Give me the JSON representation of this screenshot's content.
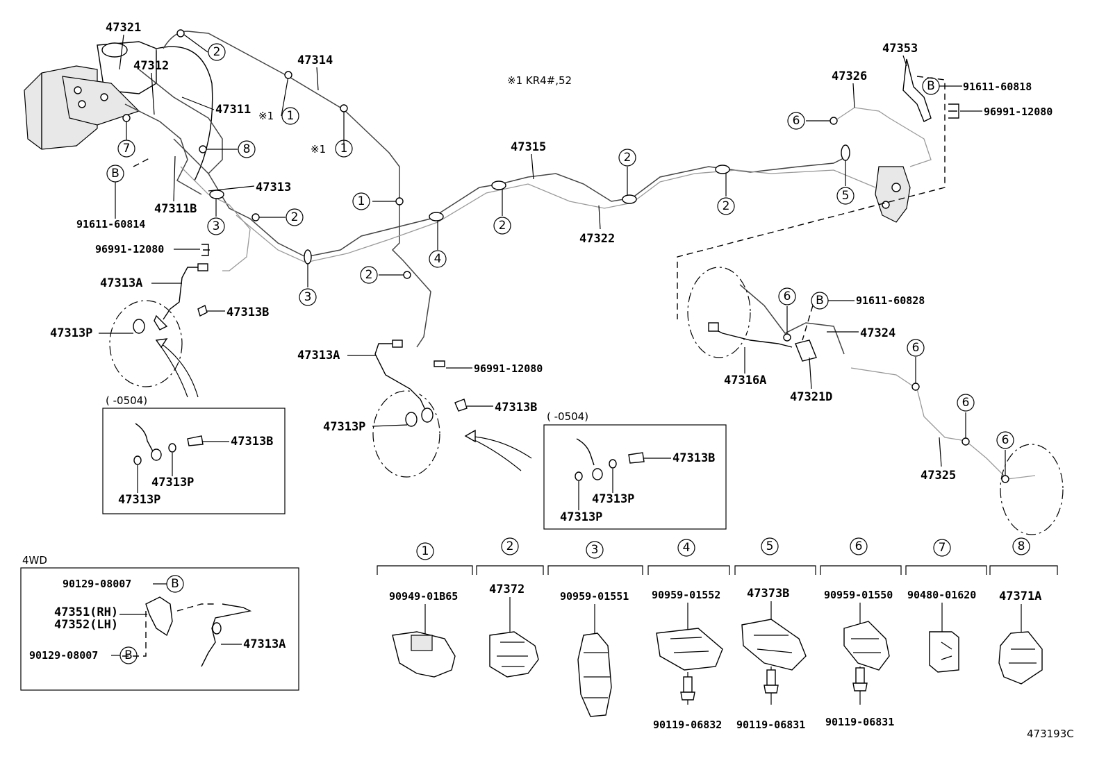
{
  "labels": {
    "p47321": "47321",
    "p47312": "47312",
    "p47314": "47314",
    "p47311": "47311",
    "p47313": "47313",
    "p47311B": "47311B",
    "p91611_60814": "91611-60814",
    "p96991_12080_a": "96991-12080",
    "p47313A_a": "47313A",
    "p47313B_a": "47313B",
    "p47313P_a": "47313P",
    "p47313B_box1": "47313B",
    "p47313P_box1a": "47313P",
    "p47313P_box1b": "47313P",
    "p47315": "47315",
    "p47322": "47322",
    "p47313A_b": "47313A",
    "p96991_12080_b": "96991-12080",
    "p47313B_b": "47313B",
    "p47313P_b": "47313P",
    "p47313B_box2": "47313B",
    "p47313P_box2a": "47313P",
    "p47313P_box2b": "47313P",
    "p47353": "47353",
    "p47326": "47326",
    "p91611_60818": "91611-60818",
    "p96991_12080_c": "96991-12080",
    "p91611_60828": "91611-60828",
    "p47324": "47324",
    "p47316A": "47316A",
    "p47321D": "47321D",
    "p47325": "47325",
    "note": "※1 KR4#,52",
    "note_ref": "※1",
    "box1_caption": "(      -0504)",
    "box2_caption": "(      -0504)",
    "fwd_title": "4WD",
    "fwd_90129_a": "90129-08007",
    "fwd_47351": "47351(RH)",
    "fwd_47352": "47352(LH)",
    "fwd_90129_b": "90129-08007",
    "fwd_47313A": "47313A",
    "diagram_code": "473193C"
  },
  "callout_letters": {
    "b": "B"
  },
  "callouts": [
    "1",
    "2",
    "3",
    "4",
    "5",
    "6",
    "7",
    "8"
  ],
  "clamps": [
    {
      "num": "1",
      "part": "90949-01B65",
      "bolt": ""
    },
    {
      "num": "2",
      "part": "47372",
      "bolt": ""
    },
    {
      "num": "3",
      "part": "90959-01551",
      "bolt": ""
    },
    {
      "num": "4",
      "part": "90959-01552",
      "bolt": "90119-06832"
    },
    {
      "num": "5",
      "part": "47373B",
      "bolt": "90119-06831"
    },
    {
      "num": "6",
      "part": "90959-01550",
      "bolt": "90119-06831"
    },
    {
      "num": "7",
      "part": "90480-01620",
      "bolt": ""
    },
    {
      "num": "8",
      "part": "47371A",
      "bolt": ""
    }
  ],
  "colors": {
    "line": "#000000",
    "pipe": "#444444",
    "pipe_light": "#999999",
    "background": "#ffffff"
  }
}
